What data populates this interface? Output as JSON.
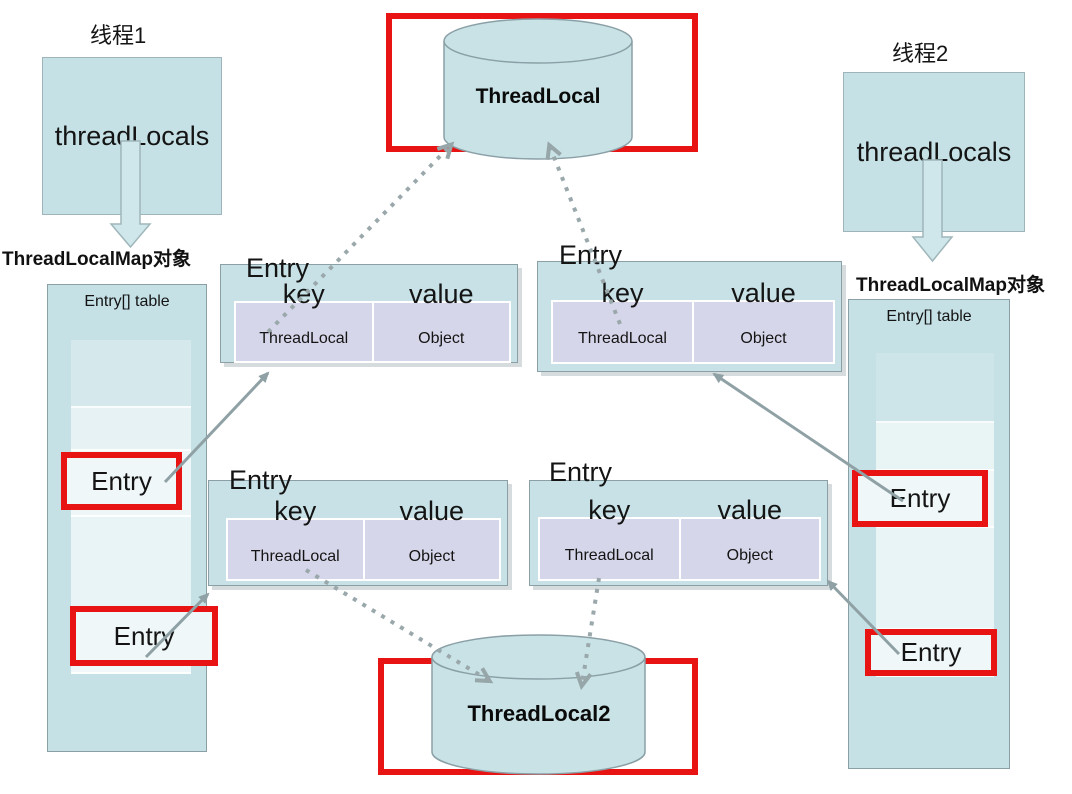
{
  "colors": {
    "box_teal": "#c5e1e6",
    "box_border": "#8ba0a5",
    "lavender": "#d6d6ea",
    "highlight_red": "#e81414",
    "arrow_gray": "#8fa1a5"
  },
  "thread1": {
    "title": "线程1",
    "field": "threadLocals",
    "map_label": "ThreadLocalMap对象",
    "table_title": "Entry[] table",
    "entries": [
      "Entry",
      "Entry"
    ]
  },
  "thread2": {
    "title": "线程2",
    "field": "threadLocals",
    "map_label": "ThreadLocalMap对象",
    "table_title": "Entry[] table",
    "entries": [
      "Entry",
      "Entry"
    ]
  },
  "objects": {
    "top": "ThreadLocal",
    "bottom": "ThreadLocal2"
  },
  "structs": [
    {
      "title": "Entry",
      "key_header": "key",
      "value_header": "value",
      "key_type": "ThreadLocal",
      "value_type": "Object"
    },
    {
      "title": "Entry",
      "key_header": "key",
      "value_header": "value",
      "key_type": "ThreadLocal",
      "value_type": "Object"
    },
    {
      "title": "Entry",
      "key_header": "key",
      "value_header": "value",
      "key_type": "ThreadLocal",
      "value_type": "Object"
    },
    {
      "title": "Entry",
      "key_header": "key",
      "value_header": "value",
      "key_type": "ThreadLocal",
      "value_type": "Object"
    }
  ]
}
